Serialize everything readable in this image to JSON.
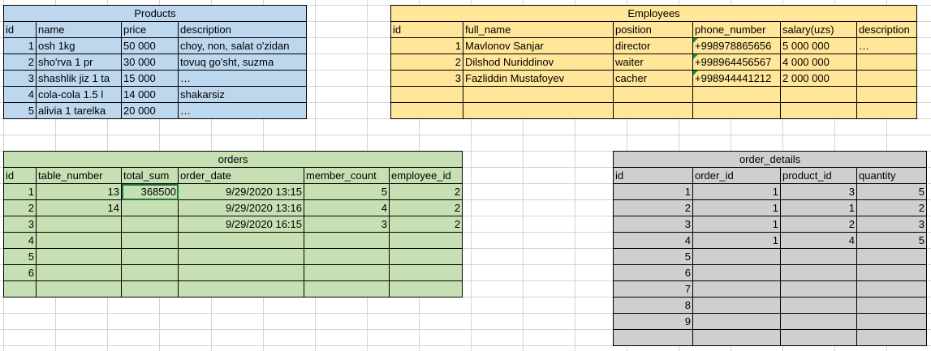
{
  "products": {
    "title": "Products",
    "headers": [
      "id",
      "name",
      "price",
      "description"
    ],
    "rows": [
      [
        "1",
        "osh 1kg",
        "50 000",
        "choy, non, salat o'zidan"
      ],
      [
        "2",
        "sho'rva 1 pr",
        "30 000",
        "tovuq go'sht, suzma"
      ],
      [
        "3",
        "shashlik jiz 1 ta",
        "15 000",
        "…"
      ],
      [
        "4",
        "cola-cola 1.5 l",
        "14 000",
        "shakarsiz"
      ],
      [
        "5",
        "alivia 1 tarelka",
        "20 000",
        "…"
      ]
    ]
  },
  "employees": {
    "title": "Employees",
    "headers": [
      "id",
      "full_name",
      "position",
      "phone_number",
      "salary(uzs)",
      "description"
    ],
    "rows": [
      [
        "1",
        "Mavlonov Sanjar",
        "director",
        "+998978865656",
        "5 000 000",
        "…"
      ],
      [
        "2",
        "Dilshod Nuriddinov",
        "waiter",
        "+998964456567",
        "4 000 000",
        ""
      ],
      [
        "3",
        "Fazliddin Mustafoyev",
        "cacher",
        "+998944441212",
        "2 000 000",
        ""
      ],
      [
        "",
        "",
        "",
        "",
        "",
        ""
      ],
      [
        "",
        "",
        "",
        "",
        "",
        ""
      ]
    ]
  },
  "orders": {
    "title": "orders",
    "headers": [
      "id",
      "table_number",
      "total_sum",
      "order_date",
      "member_count",
      "employee_id"
    ],
    "rows": [
      [
        "1",
        "13",
        "368500",
        "9/29/2020 13:15",
        "5",
        "2"
      ],
      [
        "2",
        "14",
        "",
        "9/29/2020 13:16",
        "4",
        "2"
      ],
      [
        "3",
        "",
        "",
        "9/29/2020 16:15",
        "3",
        "2"
      ],
      [
        "4",
        "",
        "",
        "",
        "",
        ""
      ],
      [
        "5",
        "",
        "",
        "",
        "",
        ""
      ],
      [
        "6",
        "",
        "",
        "",
        "",
        ""
      ],
      [
        "",
        "",
        "",
        "",
        "",
        ""
      ]
    ]
  },
  "order_details": {
    "title": "order_details",
    "headers": [
      "id",
      "order_id",
      "product_id",
      "quantity"
    ],
    "rows": [
      [
        "1",
        "1",
        "3",
        "5"
      ],
      [
        "2",
        "1",
        "1",
        "2"
      ],
      [
        "3",
        "1",
        "2",
        "3"
      ],
      [
        "4",
        "1",
        "4",
        "5"
      ],
      [
        "5",
        "",
        "",
        ""
      ],
      [
        "6",
        "",
        "",
        ""
      ],
      [
        "7",
        "",
        "",
        ""
      ],
      [
        "8",
        "",
        "",
        ""
      ],
      [
        "9",
        "",
        "",
        ""
      ],
      [
        "",
        "",
        "",
        ""
      ]
    ]
  }
}
